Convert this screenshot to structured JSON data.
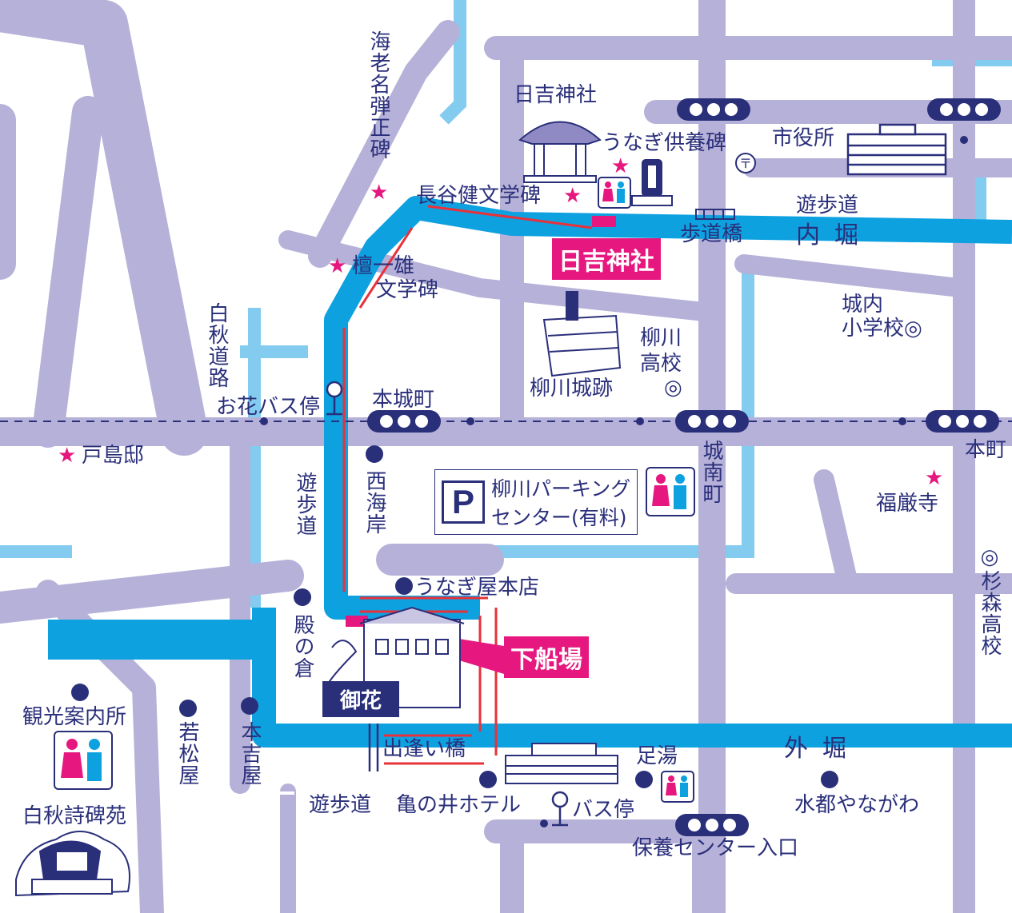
{
  "map": {
    "colors": {
      "road": "#b6b1d8",
      "water": "#0ea1e0",
      "ink": "#2a2f7a",
      "accent": "#e6177e",
      "route": "#e8313a",
      "light_water": "#83cbef"
    },
    "labels": {
      "ebina": "海老名弾正碑",
      "hiyoshi_shrine": "日吉神社",
      "unagi_kuyohi": "うなぎ供養碑",
      "shiyakusho": "市役所",
      "hase_ken": "長谷健文学碑",
      "yuhodo_top": "遊歩道",
      "hodokyo": "歩道橋",
      "uchibori": "内堀",
      "dan_kazuo_1": "檀一雄",
      "dan_kazuo_2": "文学碑",
      "jonai_1": "城内",
      "jonai_2": "小学校◎",
      "hakushu_road": "白秋道路",
      "yanagawa_high_1": "柳川",
      "yanagawa_high_2": "高校",
      "yanagawa_high_mark": "◎",
      "castle_ruins": "柳川城跡",
      "ohana_bus": "お花バス停",
      "honjomachi": "本城町",
      "tojima": "戸島邸",
      "nishikaigan": "西海岸",
      "yuhodo_mid": "遊歩道",
      "jonanmachi": "城南町",
      "honmachi": "本町",
      "fukugonji": "福厳寺",
      "parking_1": "柳川パーキング",
      "parking_2": "センター(有料)",
      "parking_mark": "P",
      "sugimori": "◎杉森高校",
      "unagiya": "うなぎ屋本店",
      "tonokura": "殿の倉",
      "ohana": "御花",
      "kansen_info": "観光案内所",
      "wakamatsuya": "若松屋",
      "motoyoshiya": "本吉屋",
      "deaibashi": "出逢い橋",
      "ashiyu": "足湯",
      "sotobori": "外堀",
      "hakushu_park": "白秋詩碑苑",
      "yuhodo_bottom": "遊歩道",
      "kamenoi": "亀の井ホテル",
      "bus_stop": "バス停",
      "suito": "水都やながわ",
      "hoyo_center": "保養センター入口"
    },
    "callouts": {
      "hiyoshi_pier": "日吉神社",
      "gesenba": "下船場"
    },
    "icons": [
      "star-icon",
      "toilet-icon",
      "traffic-signal-icon",
      "bus-stop-icon",
      "post-office-icon",
      "school-icon",
      "parking-icon"
    ]
  }
}
